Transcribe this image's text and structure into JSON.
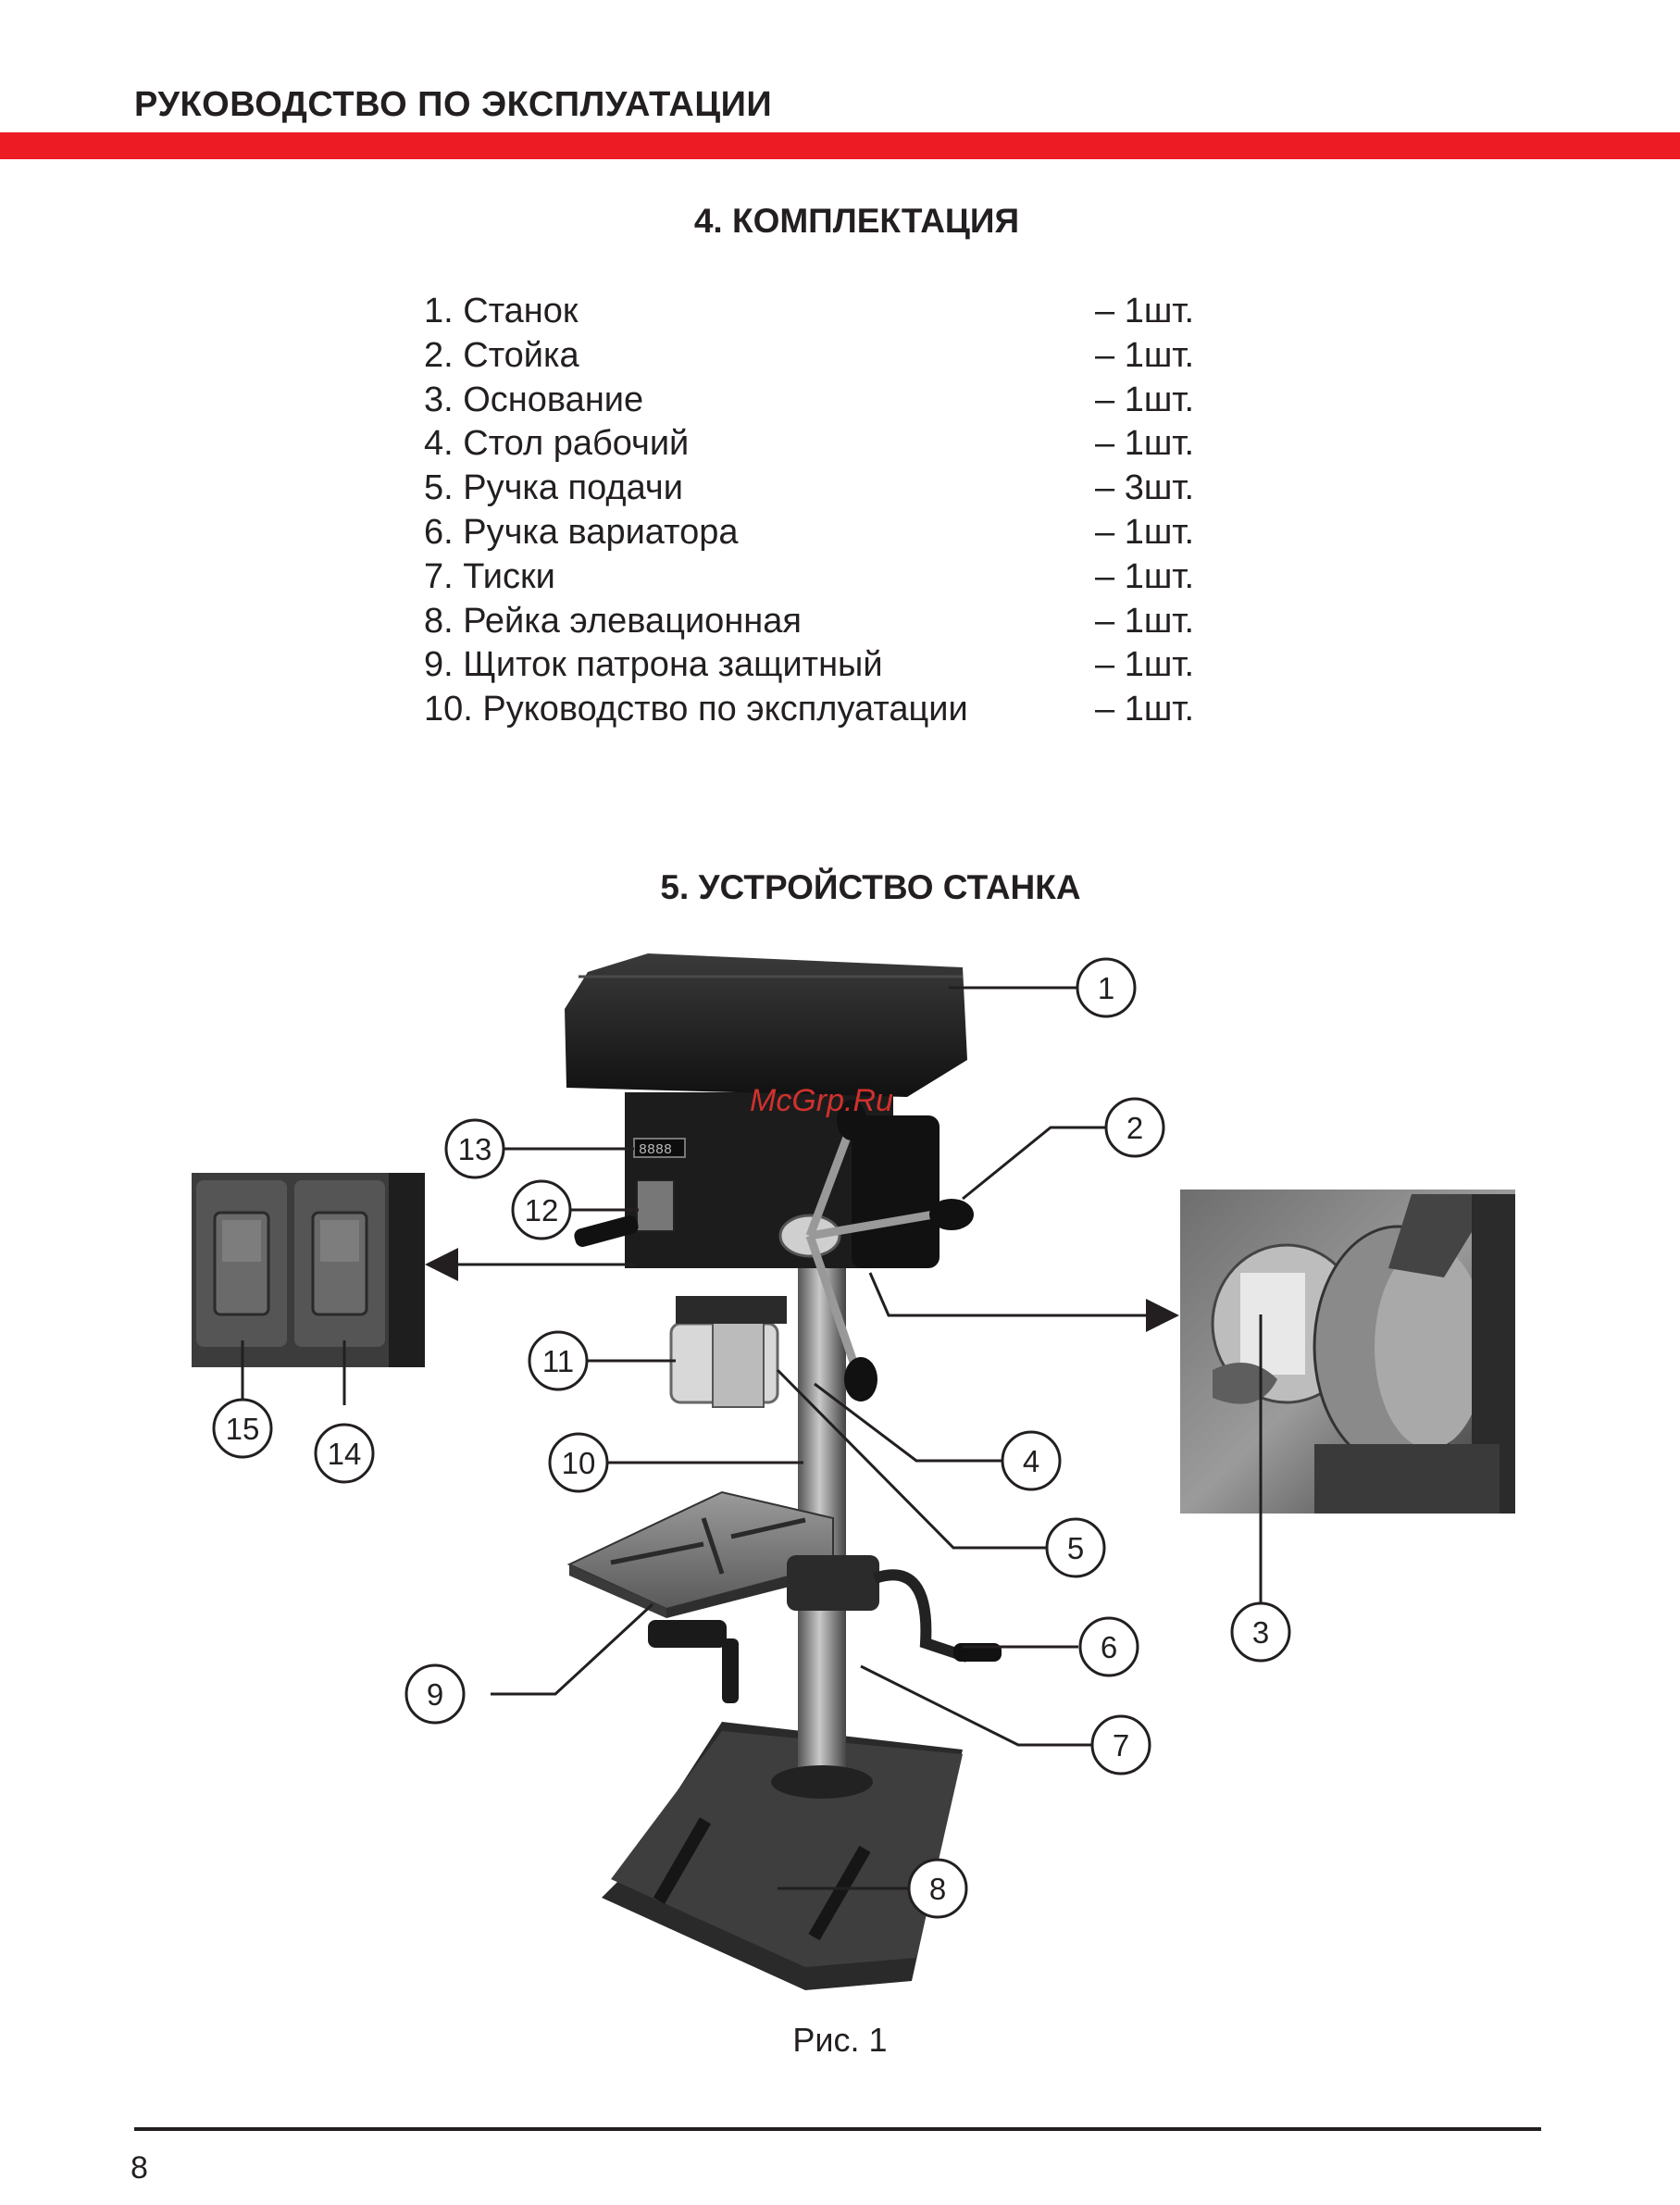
{
  "header": {
    "title": "РУКОВОДСТВО ПО ЭКСПЛУАТАЦИИ",
    "accent_color": "#ed1c24"
  },
  "section4": {
    "title": "4. КОМПЛЕКТАЦИЯ",
    "items": [
      {
        "name": "1. Станок",
        "qty": "– 1шт."
      },
      {
        "name": "2. Стойка",
        "qty": "– 1шт."
      },
      {
        "name": "3. Основание",
        "qty": "– 1шт."
      },
      {
        "name": "4. Стол рабочий",
        "qty": "– 1шт."
      },
      {
        "name": "5. Ручка подачи",
        "qty": "– 3шт."
      },
      {
        "name": "6. Ручка вариатора",
        "qty": "– 1шт."
      },
      {
        "name": "7. Тиски",
        "qty": "– 1шт."
      },
      {
        "name": "8. Рейка элевационная",
        "qty": "– 1шт."
      },
      {
        "name": "9. Щиток патрона защитный",
        "qty": "– 1шт."
      },
      {
        "name": "10. Руководство по эксплуатации",
        "qty": "– 1шт."
      }
    ]
  },
  "section5": {
    "title": "5. УСТРОЙСТВО СТАНКА",
    "callouts": [
      "1",
      "2",
      "3",
      "4",
      "5",
      "6",
      "7",
      "8",
      "9",
      "10",
      "11",
      "12",
      "13",
      "14",
      "15"
    ],
    "watermark": "McGrp.Ru",
    "display_digits": "8888",
    "caption": "Рис. 1"
  },
  "footer": {
    "page_number": "8"
  }
}
